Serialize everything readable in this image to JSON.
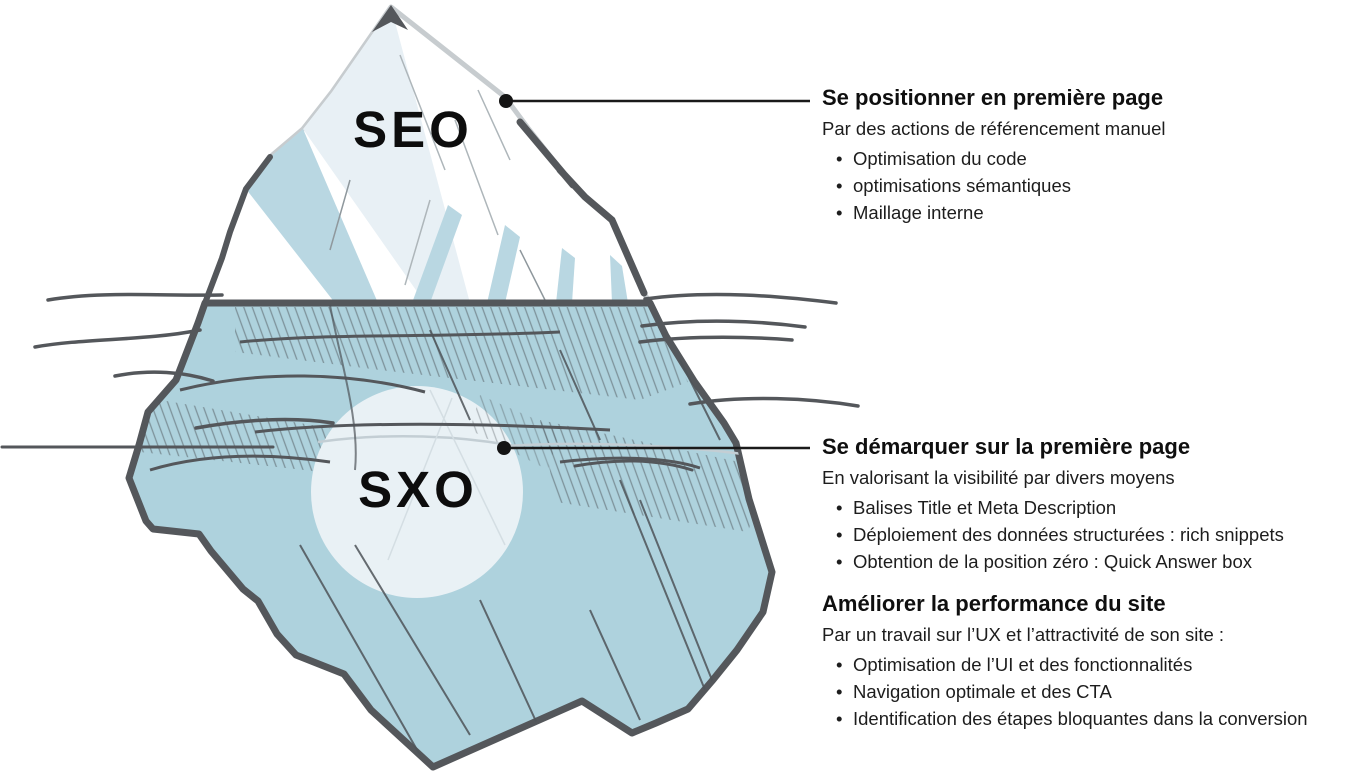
{
  "iceberg": {
    "above_water_label": "SEO",
    "below_water_label": "SXO"
  },
  "annotations": [
    {
      "title": "Se positionner en première page",
      "subtitle": "Par des actions de référencement manuel",
      "bullets": [
        "Optimisation du code",
        "optimisations sémantiques",
        "Maillage interne"
      ]
    },
    {
      "title": "Se démarquer sur la première page",
      "subtitle": "En valorisant la visibilité par divers moyens",
      "bullets": [
        "Balises Title et Meta Description",
        "Déploiement des données structurées : rich snippets",
        "Obtention de la position zéro : Quick Answer box"
      ]
    },
    {
      "title": "Améliorer la performance du site",
      "subtitle": "Par un travail sur l’UX et l’attractivité de son site :",
      "bullets": [
        "Optimisation de l’UI et des fonctionnalités",
        "Navigation optimale et des CTA",
        "Identification des étapes bloquantes dans la conversion"
      ]
    }
  ],
  "colors": {
    "iceberg_underwater_blue": "#aed2dd",
    "iceberg_facet_blue": "#b9d7e2",
    "ice_pale": "#e8f0f5",
    "highlight_circle": "#e9f1f5",
    "outline_dark": "#54575b",
    "outline_light": "#c7cccf",
    "text": "#111111",
    "callout_line": "#1a1a1a"
  }
}
